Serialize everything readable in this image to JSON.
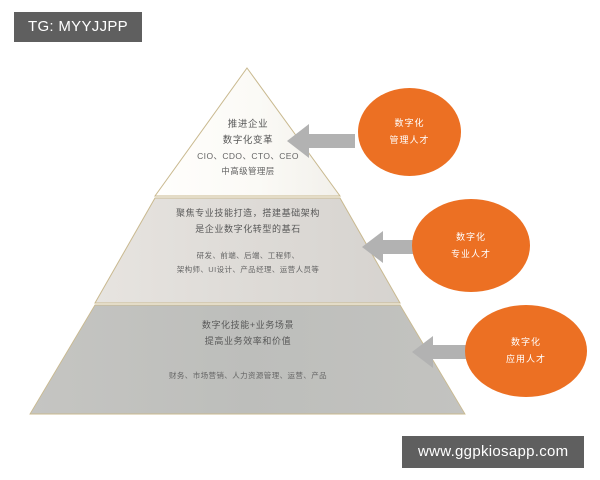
{
  "watermarks": {
    "top_label": "TG: MYYJJPP",
    "bottom_label": "www.ggpkiosapp.com"
  },
  "colors": {
    "accent_orange": "#ec7023",
    "arrow_gray": "#b0b0b0",
    "tier_top_fill": "#fdfcf9",
    "tier_middle_fill": "#dedbd8",
    "tier_bottom_fill": "#bfc0bd",
    "tier_outline": "#c9b98f",
    "watermark_bg": "#5f5f5f",
    "text_gray": "#585858"
  },
  "pyramid": {
    "tiers": [
      {
        "id": "tier-top",
        "lead_lines": [
          "推进企业",
          "数字化变革"
        ],
        "sub_lines": [
          "CIO、CDO、CTO、CEO",
          "中高级管理层"
        ]
      },
      {
        "id": "tier-middle",
        "lead_lines": [
          "聚焦专业技能打造，搭建基础架构",
          "是企业数字化转型的基石"
        ],
        "sub_lines": [
          "研发、前端、后端、工程师、",
          "架构师、UI设计、产品经理、运营人员等"
        ]
      },
      {
        "id": "tier-bottom",
        "lead_lines": [
          "数字化技能+业务场景",
          "提高业务效率和价值"
        ],
        "sub_lines": [
          "财务、市场营销、人力资源管理、运营、产品"
        ]
      }
    ]
  },
  "bubbles": [
    {
      "id": "bubble-management",
      "line1": "数字化",
      "line2": "管理人才"
    },
    {
      "id": "bubble-professional",
      "line1": "数字化",
      "line2": "专业人才"
    },
    {
      "id": "bubble-application",
      "line1": "数字化",
      "line2": "应用人才"
    }
  ],
  "arrows": [
    {
      "id": "arrow-top",
      "direction": "left"
    },
    {
      "id": "arrow-middle",
      "direction": "left"
    },
    {
      "id": "arrow-bottom",
      "direction": "left"
    }
  ]
}
